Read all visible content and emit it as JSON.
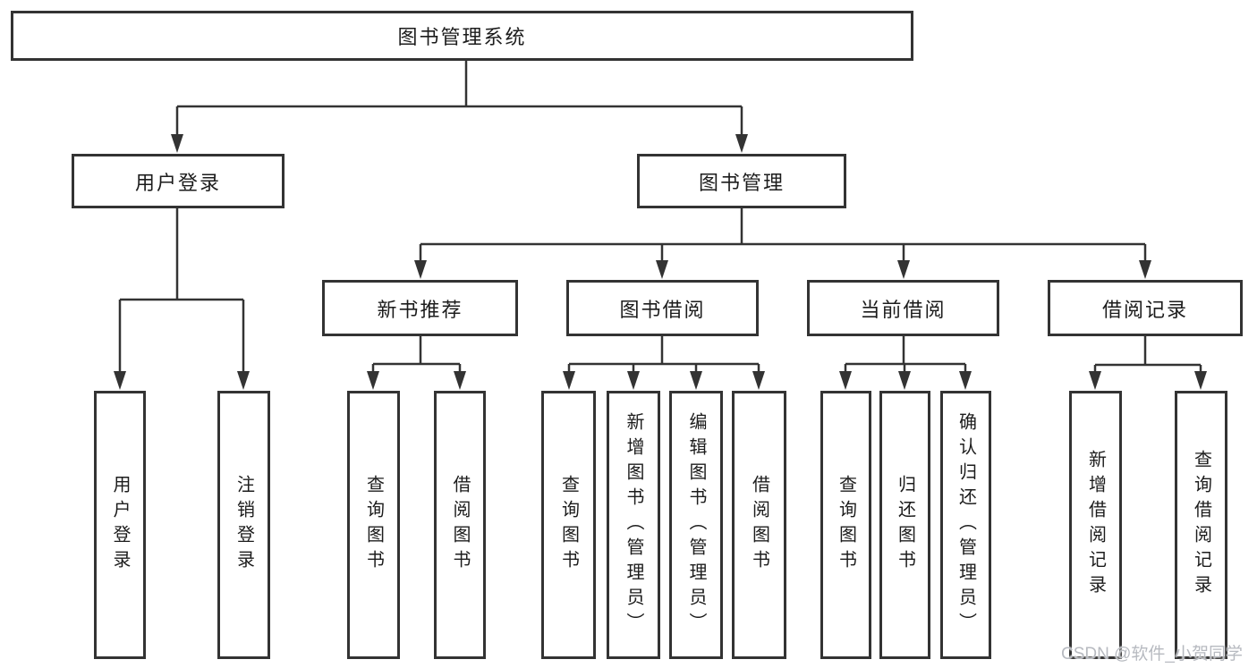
{
  "tree": {
    "label": "图书管理系统",
    "children": [
      {
        "label": "用户登录",
        "children": [
          {
            "label": "用户登录"
          },
          {
            "label": "注销登录"
          }
        ]
      },
      {
        "label": "图书管理",
        "children": [
          {
            "label": "新书推荐",
            "children": [
              {
                "label": "查询图书"
              },
              {
                "label": "借阅图书"
              }
            ]
          },
          {
            "label": "图书借阅",
            "children": [
              {
                "label": "查询图书"
              },
              {
                "label": "新增图书（管理员）"
              },
              {
                "label": "编辑图书（管理员）"
              },
              {
                "label": "借阅图书"
              }
            ]
          },
          {
            "label": "当前借阅",
            "children": [
              {
                "label": "查询图书"
              },
              {
                "label": "归还图书"
              },
              {
                "label": "确认归还（管理员）"
              }
            ]
          },
          {
            "label": "借阅记录",
            "children": [
              {
                "label": "新增借阅记录"
              },
              {
                "label": "查询借阅记录"
              }
            ]
          }
        ]
      }
    ]
  },
  "watermark": {
    "text": "CSDN @软件_小贺同学"
  },
  "colors": {
    "line": "#333333",
    "box_border": "#333333",
    "text": "#1c1c1c",
    "background": "#ffffff",
    "watermark": "#b7bac0"
  }
}
